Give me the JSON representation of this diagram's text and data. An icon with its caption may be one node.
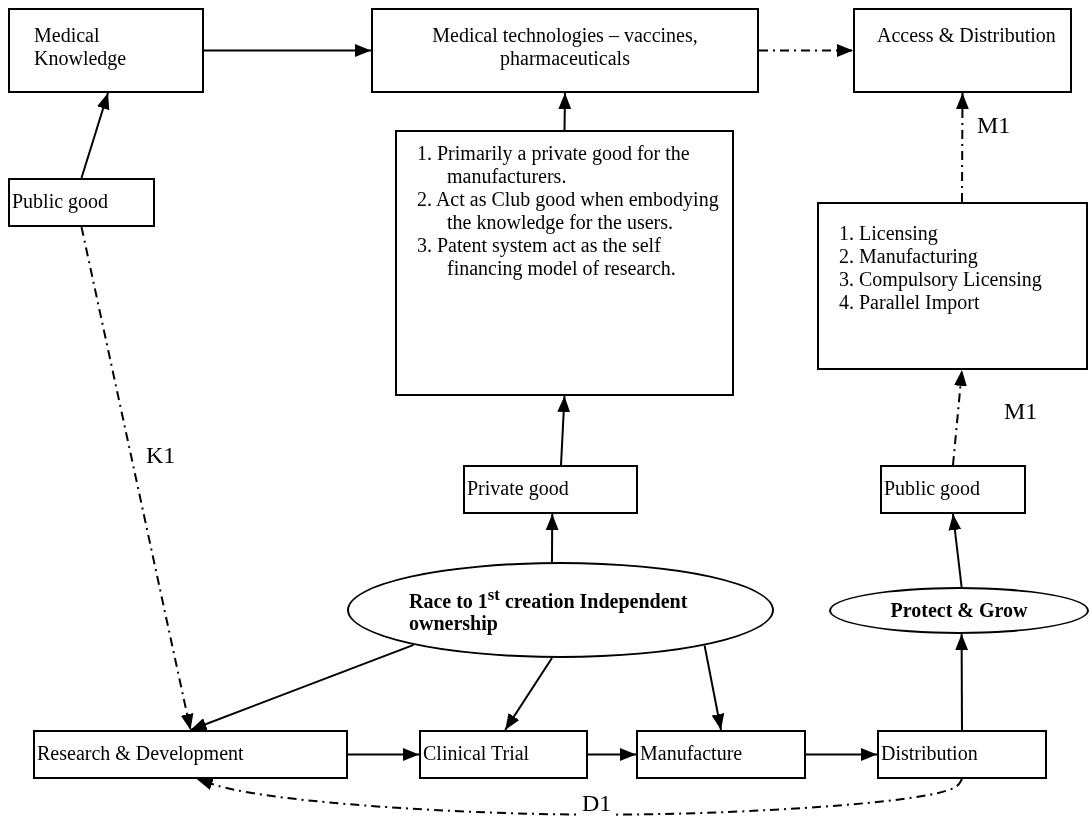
{
  "diagram": {
    "nodes": [
      {
        "text": [
          "Medical Knowledge"
        ]
      },
      {
        "text": [
          "Medical technologies – vaccines, pharmaceuticals"
        ]
      },
      {
        "text": [
          "Access & Distribution"
        ]
      },
      {
        "text": [
          "Public good"
        ]
      },
      {
        "text": [
          "1. Primarily a private good for the manufacturers.",
          "2. Act as Club good when embodying the knowledge for the users.",
          "3. Patent system act as the self financing model of research."
        ]
      },
      {
        "text": [
          "1. Licensing",
          "2. Manufacturing",
          "3. Compulsory Licensing",
          "4. Parallel Import"
        ]
      },
      {
        "text": [
          "Private good"
        ]
      },
      {
        "text": [
          "Public good"
        ]
      },
      {
        "text": [
          "Race to 1$^{st}$ creation Independent ownership"
        ]
      },
      {
        "text": [
          "Protect & Grow"
        ]
      },
      {
        "text": [
          "Research & Development"
        ]
      },
      {
        "text": [
          "Clinical Trial"
        ]
      },
      {
        "text": [
          "Manufacture"
        ]
      },
      {
        "text": [
          "Distribution"
        ]
      }
    ],
    "edges": [
      {
        "from": 0,
        "to": 1,
        "arrow": "to"
      },
      {
        "from": 1,
        "to": 2,
        "arrow": "to",
        "style": "dashed"
      },
      {
        "from": 3,
        "to": 0,
        "arrow": "to"
      },
      {
        "from": 4,
        "to": 1,
        "arrow": "to"
      },
      {
        "from": 6,
        "to": 4,
        "arrow": "to"
      },
      {
        "from": 8,
        "to": 6,
        "arrow": "to"
      },
      {
        "from": 8,
        "to": 10,
        "arrow": "to"
      },
      {
        "from": 8,
        "to": 11,
        "arrow": "to"
      },
      {
        "from": 8,
        "to": 12,
        "arrow": "to"
      },
      {
        "from": 10,
        "to": 11,
        "arrow": "to"
      },
      {
        "from": 11,
        "to": 12,
        "arrow": "to"
      },
      {
        "from": 12,
        "to": 13,
        "arrow": "to"
      },
      {
        "from": 13,
        "to": 9,
        "arrow": "to"
      },
      {
        "from": 9,
        "to": 7,
        "arrow": "to"
      },
      {
        "from": 7,
        "to": 5,
        "arrow": "to",
        "style": "dashed",
        "label": "M1"
      },
      {
        "from": 5,
        "to": 2,
        "arrow": "to",
        "style": "dashed",
        "label": "M1"
      },
      {
        "from": 3,
        "to": 10,
        "arrow": "to",
        "style": "dashed",
        "label": "K1"
      },
      {
        "from": 13,
        "to": 10,
        "arrow": "to",
        "style": "dashed",
        "label": "D1"
      }
    ]
  }
}
